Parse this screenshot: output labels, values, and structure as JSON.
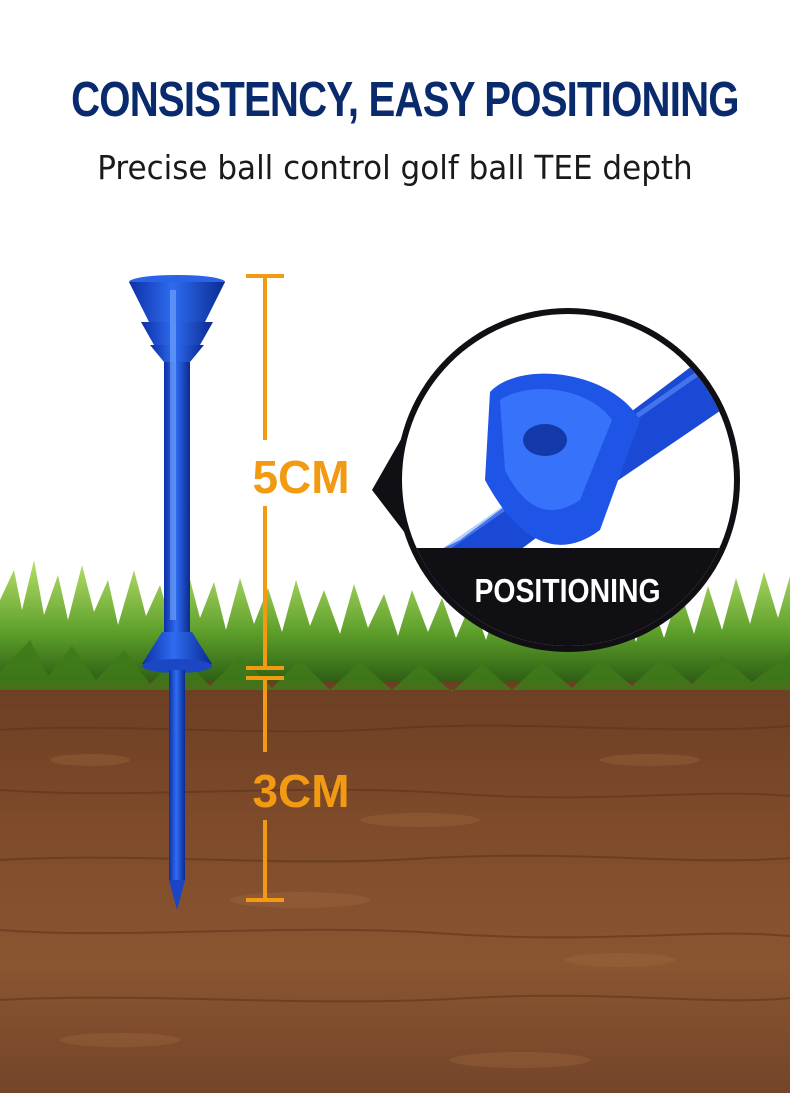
{
  "headline": "CONSISTENCY, EASY POSITIONING",
  "subheadline": "Precise ball control golf ball TEE depth",
  "measurements": {
    "above_ground": "5CM",
    "below_ground": "3CM"
  },
  "zoom_badge": "POSITIONING",
  "colors": {
    "headline": "#0a2a6e",
    "accent_orange": "#f29a12",
    "tee_blue": "#1f4fd8",
    "soil": "#7a4a2a",
    "grass": "#5a9a2a"
  }
}
